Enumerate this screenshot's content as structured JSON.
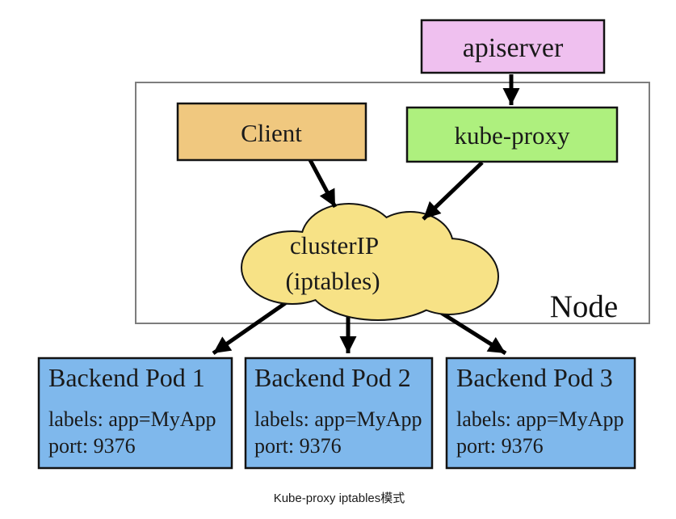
{
  "diagram": {
    "caption": "Kube-proxy iptables模式",
    "node": {
      "label": "Node"
    },
    "apiserver": {
      "label": "apiserver"
    },
    "client": {
      "label": "Client"
    },
    "kube_proxy": {
      "label": "kube-proxy"
    },
    "cluster_ip": {
      "line1": "clusterIP",
      "line2": "(iptables)"
    },
    "pods": [
      {
        "title": "Backend Pod 1",
        "labels": "labels: app=MyApp",
        "port": "port: 9376"
      },
      {
        "title": "Backend Pod 2",
        "labels": "labels: app=MyApp",
        "port": "port: 9376"
      },
      {
        "title": "Backend Pod 3",
        "labels": "labels: app=MyApp",
        "port": "port: 9376"
      }
    ],
    "colors": {
      "apiserver_fill": "#efc0ef",
      "client_fill": "#f0c87f",
      "kube_proxy_fill": "#aef07e",
      "cloud_fill": "#f7e286",
      "pod_fill": "#7fb8ec",
      "arrow": "#000000",
      "node_border": "#7d7d7d",
      "caption_color": "#9aa0a6"
    }
  }
}
